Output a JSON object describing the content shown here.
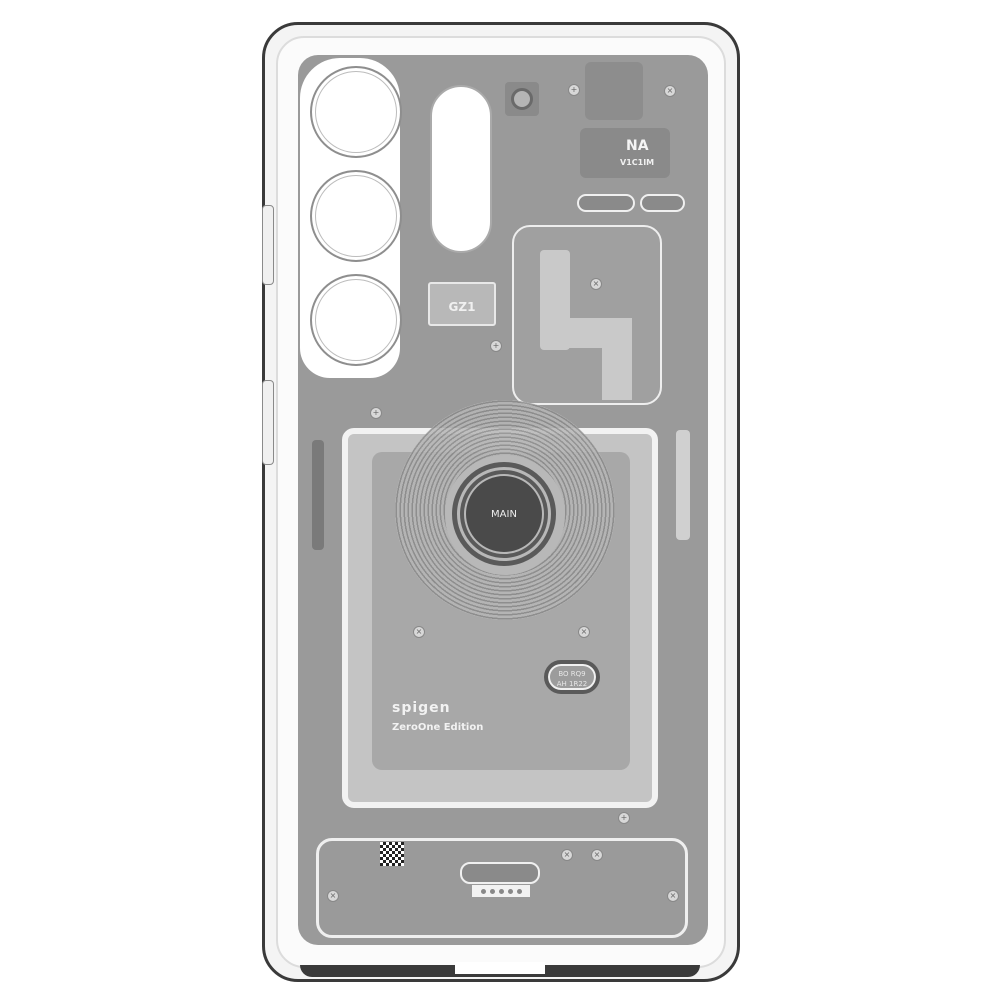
{
  "product": {
    "type": "phone-case",
    "brand": "spigen",
    "edition": "ZeroOne Edition",
    "style": "transparent case with printed circuit-board interior graphic"
  },
  "labels": {
    "na": "NA",
    "na_sub": "V1C1IM",
    "gz1": "GZ1",
    "main": "MAIN",
    "badge_line1": "BO RQ9",
    "badge_line2": "AH 1R22",
    "brand": "spigen",
    "edition": "ZeroOne Edition"
  },
  "colors": {
    "board": "#9a9a9a",
    "frame": "#f2f2f2",
    "case_edge": "#3a3a3a",
    "dark_core": "#4a4a4a"
  }
}
